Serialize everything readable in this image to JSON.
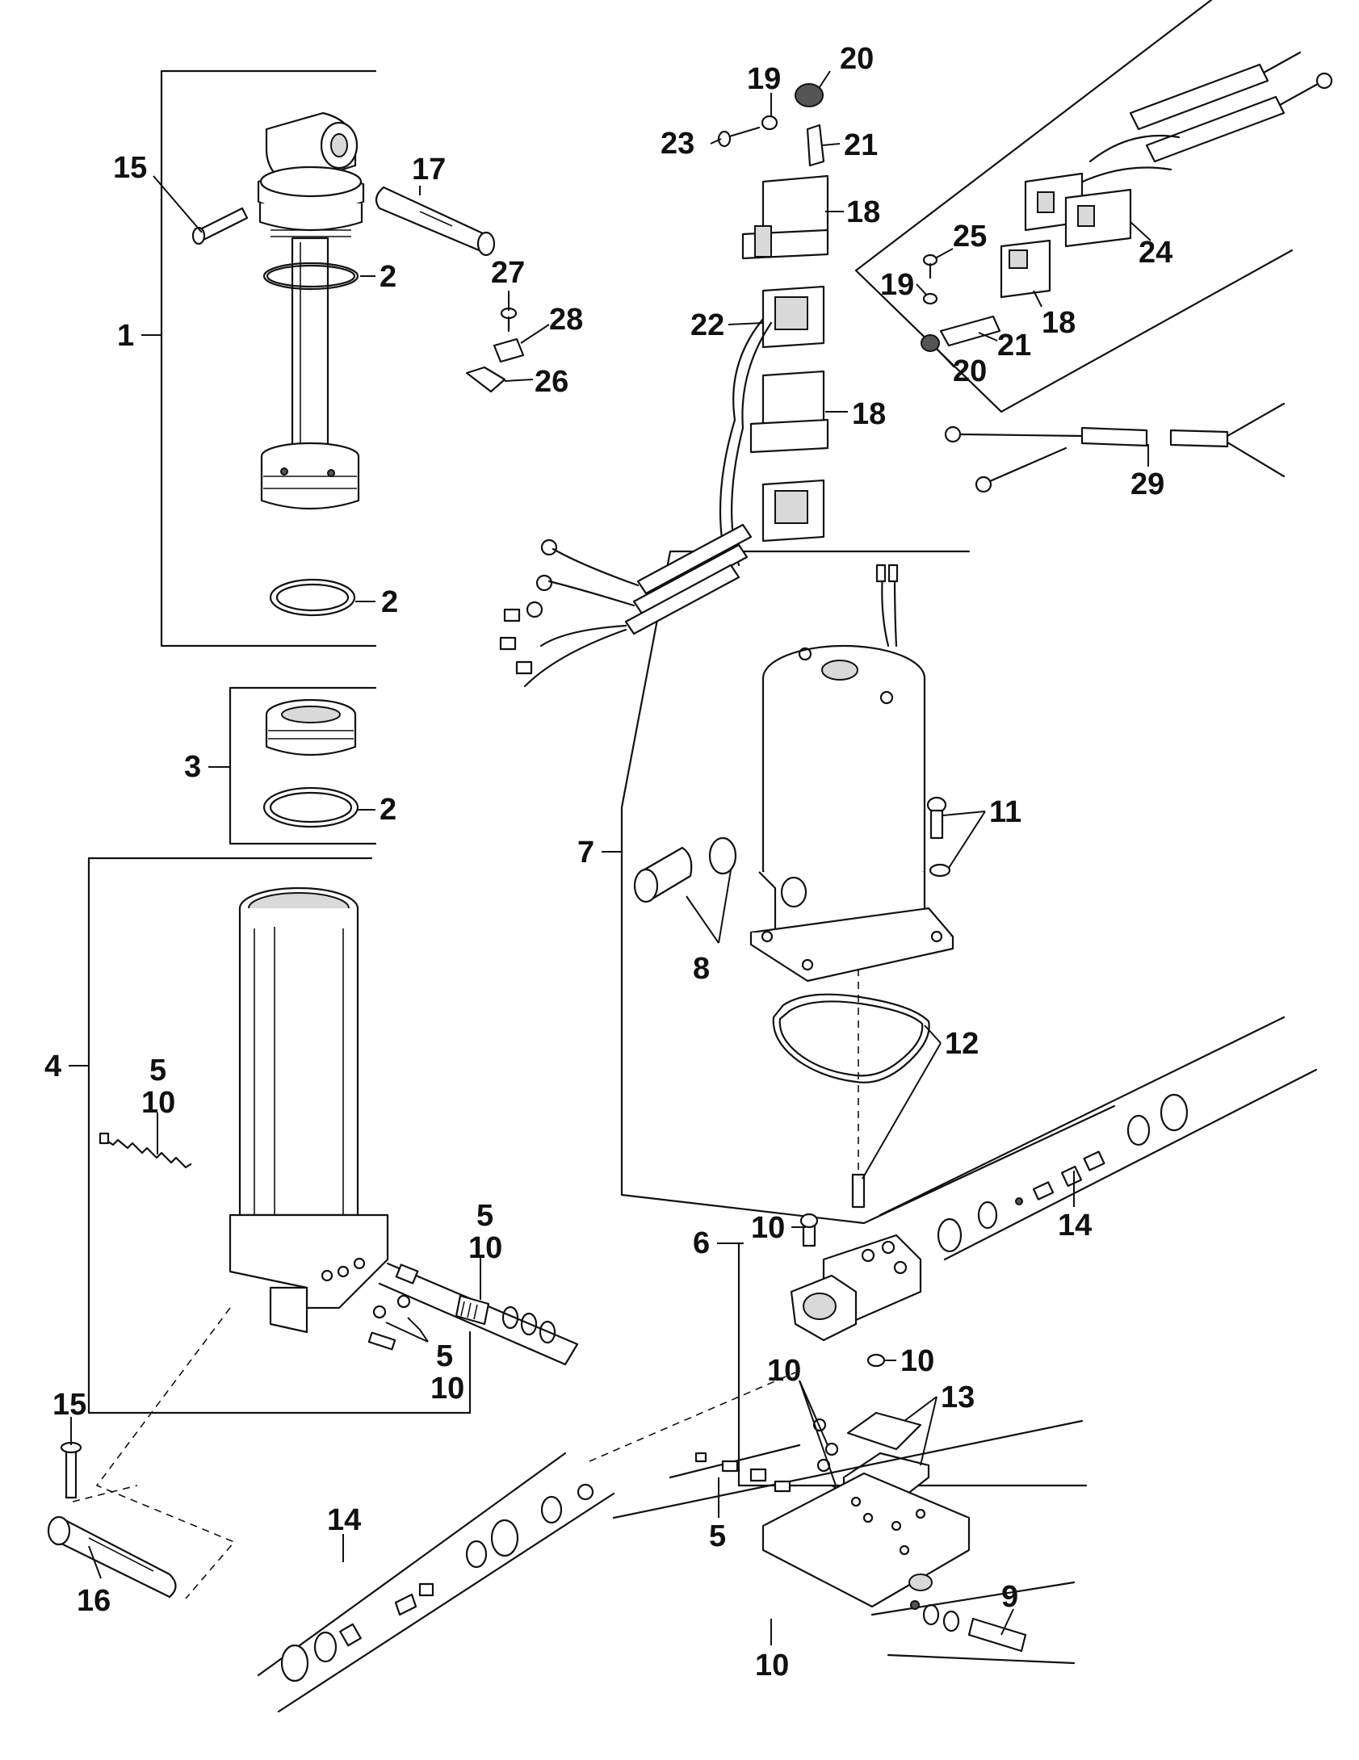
{
  "diagram": {
    "callouts": [
      {
        "key": "c15a",
        "label": "15"
      },
      {
        "key": "c17",
        "label": "17"
      },
      {
        "key": "c2a",
        "label": "2"
      },
      {
        "key": "c1",
        "label": "1"
      },
      {
        "key": "c2b",
        "label": "2"
      },
      {
        "key": "c3",
        "label": "3"
      },
      {
        "key": "c2c",
        "label": "2"
      },
      {
        "key": "c4",
        "label": "4"
      },
      {
        "key": "c5a",
        "label": "5"
      },
      {
        "key": "c10a",
        "label": "10"
      },
      {
        "key": "c5b",
        "label": "5"
      },
      {
        "key": "c10b",
        "label": "10"
      },
      {
        "key": "c5c",
        "label": "5"
      },
      {
        "key": "c10c",
        "label": "10"
      },
      {
        "key": "c15b",
        "label": "15"
      },
      {
        "key": "c16",
        "label": "16"
      },
      {
        "key": "c14a",
        "label": "14"
      },
      {
        "key": "c19a",
        "label": "19"
      },
      {
        "key": "c20a",
        "label": "20"
      },
      {
        "key": "c23",
        "label": "23"
      },
      {
        "key": "c21a",
        "label": "21"
      },
      {
        "key": "c18a",
        "label": "18"
      },
      {
        "key": "c27",
        "label": "27"
      },
      {
        "key": "c28",
        "label": "28"
      },
      {
        "key": "c26",
        "label": "26"
      },
      {
        "key": "c22",
        "label": "22"
      },
      {
        "key": "c18b",
        "label": "18"
      },
      {
        "key": "c25",
        "label": "25"
      },
      {
        "key": "c19b",
        "label": "19"
      },
      {
        "key": "c24",
        "label": "24"
      },
      {
        "key": "c18c",
        "label": "18"
      },
      {
        "key": "c21b",
        "label": "21"
      },
      {
        "key": "c20b",
        "label": "20"
      },
      {
        "key": "c29",
        "label": "29"
      },
      {
        "key": "c7",
        "label": "7"
      },
      {
        "key": "c11",
        "label": "11"
      },
      {
        "key": "c8",
        "label": "8"
      },
      {
        "key": "c12",
        "label": "12"
      },
      {
        "key": "c14b",
        "label": "14"
      },
      {
        "key": "c6",
        "label": "6"
      },
      {
        "key": "c10d",
        "label": "10"
      },
      {
        "key": "c10e",
        "label": "10"
      },
      {
        "key": "c10f",
        "label": "10"
      },
      {
        "key": "c13",
        "label": "13"
      },
      {
        "key": "c5d",
        "label": "5"
      },
      {
        "key": "c9",
        "label": "9"
      },
      {
        "key": "c10g",
        "label": "10"
      }
    ]
  }
}
